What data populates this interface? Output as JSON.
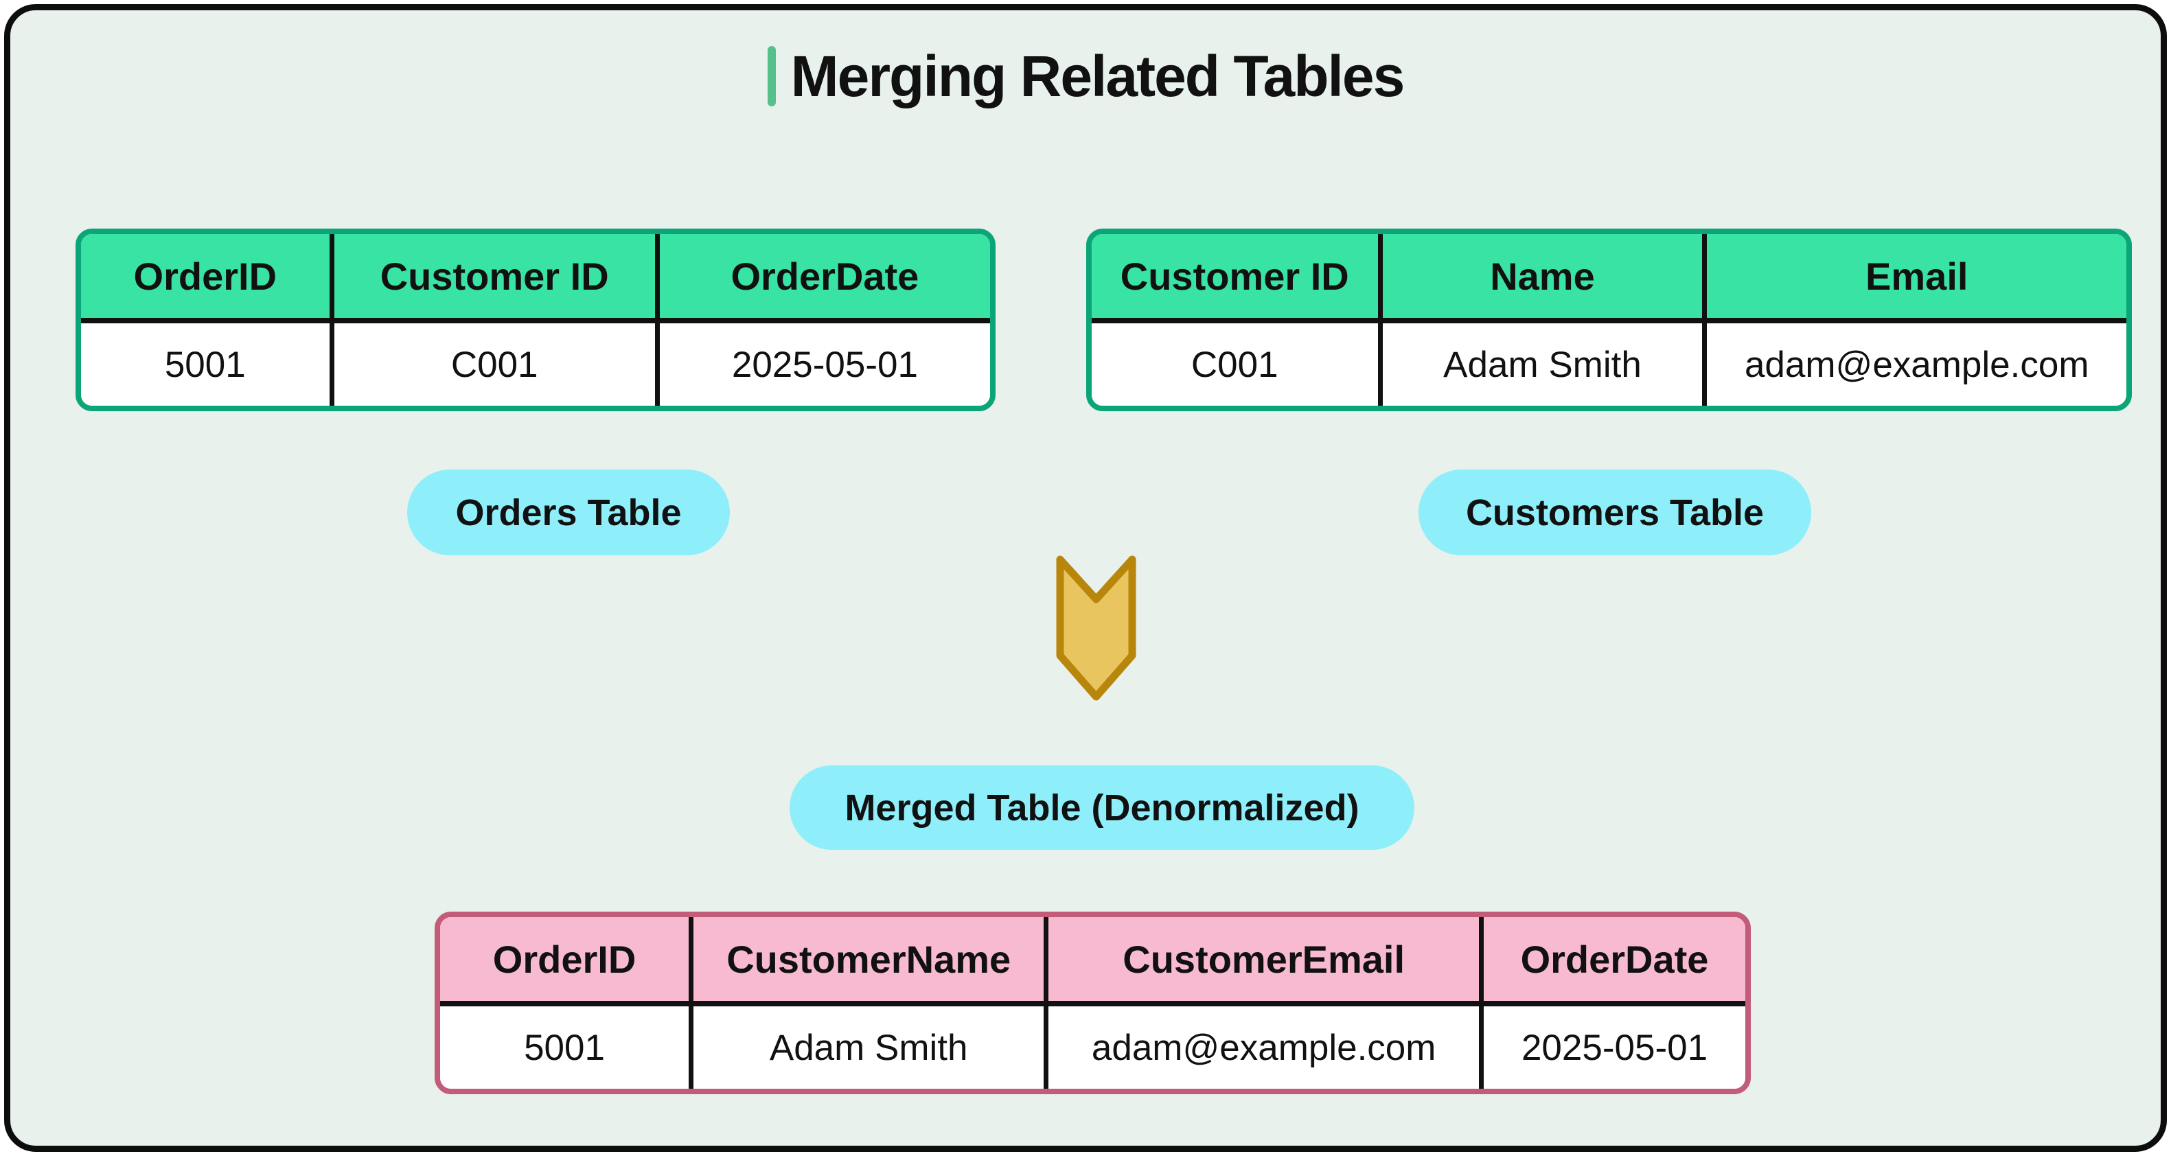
{
  "title": {
    "text": "Merging Related Tables"
  },
  "colors": {
    "canvas_bg": "#e8f1ec",
    "frame_border": "#0d0d0d",
    "title_accent": "#55c08c",
    "green_table_border": "#0ba678",
    "green_table_header_bg": "#38e3a4",
    "pink_table_border": "#c25c79",
    "pink_table_header_bg": "#f8bad1",
    "label_pill_bg": "#8eeffb",
    "arrow_fill": "#e8c55e",
    "arrow_stroke": "#b8860b",
    "text": "#111111"
  },
  "orders_table": {
    "label": "Orders Table",
    "headers": [
      "OrderID",
      "Customer ID",
      "OrderDate"
    ],
    "row": [
      "5001",
      "C001",
      "2025-05-01"
    ]
  },
  "customers_table": {
    "label": "Customers Table",
    "headers": [
      "Customer ID",
      "Name",
      "Email"
    ],
    "row": [
      "C001",
      "Adam Smith",
      "adam@example.com"
    ]
  },
  "merged_table": {
    "label": "Merged Table (Denormalized)",
    "headers": [
      "OrderID",
      "CustomerName",
      "CustomerEmail",
      "OrderDate"
    ],
    "row": [
      "5001",
      "Adam Smith",
      "adam@example.com",
      "2025-05-01"
    ]
  },
  "icons": {
    "merge_arrow": "down-chevron-arrow"
  }
}
